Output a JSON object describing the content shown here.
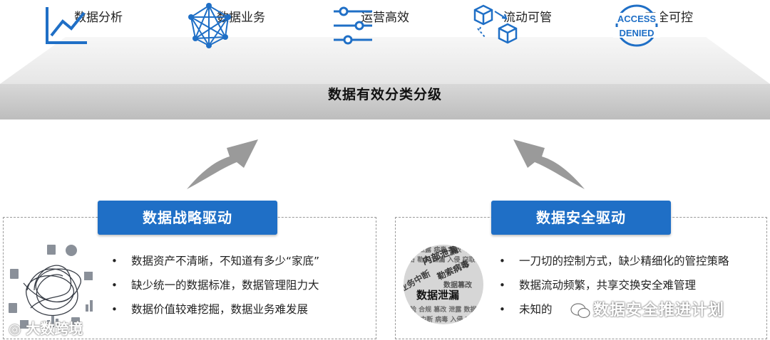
{
  "top": {
    "categories": [
      {
        "label": "数据分析",
        "icon": "line-chart-icon"
      },
      {
        "label": "数据业务",
        "icon": "network-icon"
      },
      {
        "label": "运营高效",
        "icon": "sliders-icon"
      },
      {
        "label": "流动可管",
        "icon": "cubes-flow-icon"
      },
      {
        "label": "安全可控",
        "icon": "access-denied-icon"
      }
    ],
    "access_denied_text_1": "ACCESS",
    "access_denied_text_2": "DENIED",
    "platform_label": "数据有效分类分级"
  },
  "left": {
    "title": "数据战略驱动",
    "bullet": "•",
    "items": [
      "数据资产不清晰，不知道有多少“家底”",
      "缺少统一的数据标准，数据管理阻力大",
      "数据价值较难挖掘，数据业务难发展"
    ]
  },
  "right": {
    "title": "数据安全驱动",
    "bullet": "•",
    "items": [
      "一刀切的控制方式，缺少精细化的管控策略",
      "数据流动频繁，共享交换安全难管理",
      "未知的"
    ]
  },
  "wordcloud": [
    "内部泄漏",
    "业务中断",
    "数据泄漏",
    "勒索病毒",
    "数据篡改"
  ],
  "watermarks": {
    "left": "大数跨境",
    "right": "数据安全推进计划"
  },
  "colors": {
    "accent": "#1f6fc6",
    "icon": "#1f6fc6",
    "platform_top": "#ececec",
    "platform_front": "#c9c9c9",
    "arrow": "#9a9a9a"
  }
}
